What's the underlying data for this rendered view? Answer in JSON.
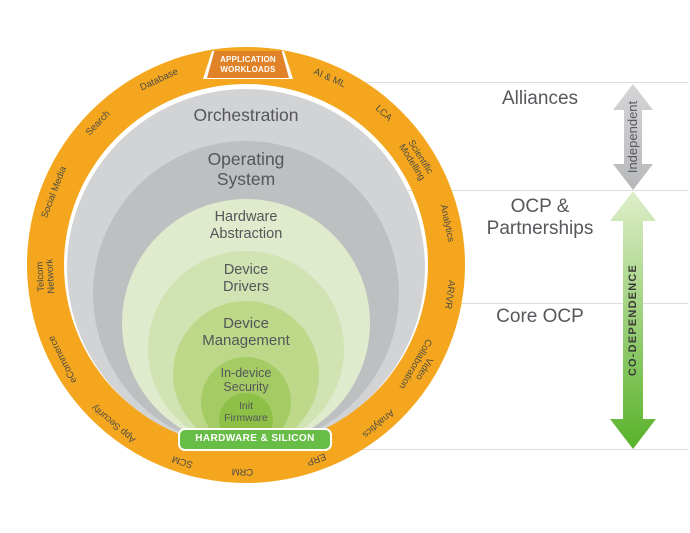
{
  "ring": {
    "ring_color": "#F4A71E",
    "top_badge": {
      "line1": "APPLICATION",
      "line2": "WORKLOADS",
      "color": "#E08227"
    },
    "bottom_badge": {
      "label": "HARDWARE & SILICON",
      "color": "#67BD45"
    },
    "labels": [
      {
        "line1": "AI & ML",
        "line2": ""
      },
      {
        "line1": "LCA",
        "line2": ""
      },
      {
        "line1": "Scientific",
        "line2": "Modelling"
      },
      {
        "line1": "Analytics",
        "line2": ""
      },
      {
        "line1": "AR/VR",
        "line2": ""
      },
      {
        "line1": "Video",
        "line2": "Collaboration"
      },
      {
        "line1": "Analytics",
        "line2": ""
      },
      {
        "line1": "ERP",
        "line2": ""
      },
      {
        "line1": "CRM",
        "line2": ""
      },
      {
        "line1": "SCM",
        "line2": ""
      },
      {
        "line1": "App Security",
        "line2": ""
      },
      {
        "line1": "eCommerce",
        "line2": ""
      },
      {
        "line1": "Telcom",
        "line2": "Network"
      },
      {
        "line1": "Social Media",
        "line2": ""
      },
      {
        "line1": "Search",
        "line2": ""
      },
      {
        "line1": "Database",
        "line2": ""
      }
    ]
  },
  "layers": [
    {
      "line1": "Orchestration",
      "line2": "",
      "color": "#D2D3D5"
    },
    {
      "line1": "Operating",
      "line2": "System",
      "color": "#BDBFC1"
    },
    {
      "line1": "Hardware",
      "line2": "Abstraction",
      "color": "#E0EACC"
    },
    {
      "line1": "Device",
      "line2": "Drivers",
      "color": "#D1E2B3"
    },
    {
      "line1": "Device",
      "line2": "Management",
      "color": "#BDD888"
    },
    {
      "line1": "In-device",
      "line2": "Security",
      "color": "#A5CC64"
    },
    {
      "line1": "Init",
      "line2": "Firmware",
      "color": "#8EC047"
    }
  ],
  "right_panel": {
    "sections": [
      {
        "line1": "Alliances",
        "line2": ""
      },
      {
        "line1": "OCP &",
        "line2": "Partnerships"
      },
      {
        "line1": "Core OCP",
        "line2": ""
      }
    ],
    "arrows": [
      {
        "label": "Independent",
        "color_top": "#D4D5D7",
        "color_bottom": "#B7B8BA"
      },
      {
        "label": "CO-DEPENDENCE",
        "color_top": "#DFEECA",
        "color_bottom": "#58B22A"
      }
    ]
  }
}
